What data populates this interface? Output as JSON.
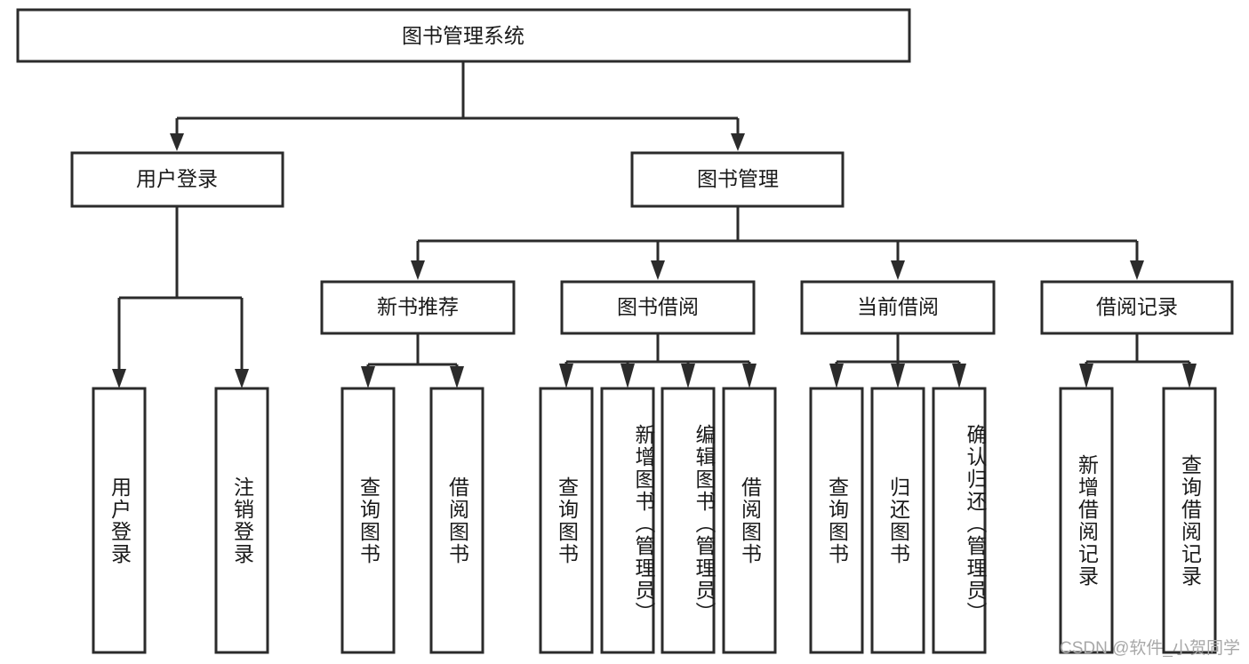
{
  "diagram": {
    "title": "图书管理系统",
    "type": "tree-hierarchy-chart",
    "watermark": "CSDN @软件_小贺同学",
    "colors": {
      "stroke": "#2b2b2b",
      "fill": "#ffffff",
      "text": "#1a1a1a",
      "watermark": "#a8a8a8"
    },
    "root": {
      "label": "图书管理系统"
    },
    "level2": [
      {
        "label": "用户登录"
      },
      {
        "label": "图书管理"
      }
    ],
    "level3": [
      {
        "label": "新书推荐"
      },
      {
        "label": "图书借阅"
      },
      {
        "label": "当前借阅"
      },
      {
        "label": "借阅记录"
      }
    ],
    "leaves": {
      "user_login": [
        {
          "label": "用户登录"
        },
        {
          "label": "注销登录"
        }
      ],
      "new_book": [
        {
          "label": "查询图书"
        },
        {
          "label": "借阅图书"
        }
      ],
      "book_borrow": [
        {
          "label": "查询图书"
        },
        {
          "label": "新增图书（管理员）"
        },
        {
          "label": "编辑图书（管理员）"
        },
        {
          "label": "借阅图书"
        }
      ],
      "current_borrow": [
        {
          "label": "查询图书"
        },
        {
          "label": "归还图书"
        },
        {
          "label": "确认归还（管理员）"
        }
      ],
      "borrow_record": [
        {
          "label": "新增借阅记录"
        },
        {
          "label": "查询借阅记录"
        }
      ]
    }
  }
}
